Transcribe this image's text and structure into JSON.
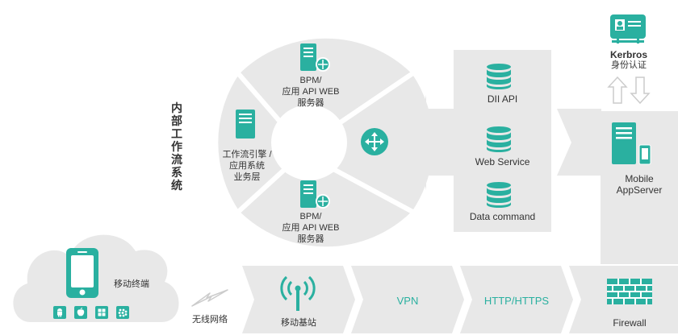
{
  "colors": {
    "teal": "#2ab0a0",
    "gray": "#e8e8e8",
    "white": "#ffffff",
    "text": "#333333"
  },
  "internal_workflow_label": "内部工作流系统",
  "bpm_top": "BPM/\n应用 API WEB\n服务器",
  "bpm_bottom": "BPM/\n应用 API WEB\n服务器",
  "workflow_engine": "工作流引擎 /\n应用系统\n业务层",
  "router_icon": "router-icon",
  "api": {
    "dii_api": "DII API",
    "web_service": "Web Service",
    "data_command": "Data command"
  },
  "kerbros": {
    "title": "Kerbros",
    "subtitle": "身份认证"
  },
  "mobile_server": "Mobile\nAppServer",
  "firewall": "Firewall",
  "mobile_terminal": "移动终端",
  "wireless": "无线网络",
  "base_station": "移动基站",
  "vpn": "VPN",
  "http": "HTTP/HTTPS",
  "os_icons": [
    "android-icon",
    "apple-icon",
    "windows-icon",
    "blackberry-icon"
  ]
}
